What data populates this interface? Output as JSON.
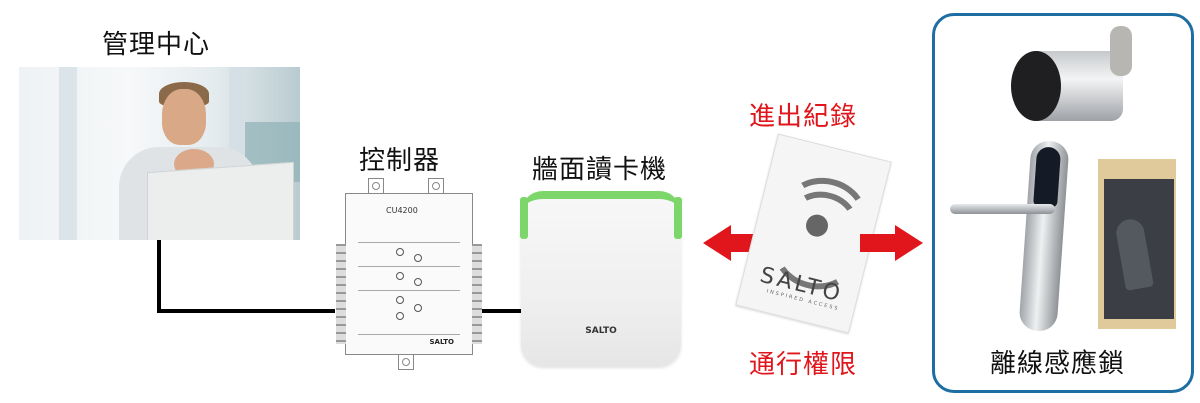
{
  "diagram": {
    "type": "access-control-system-topology",
    "nodes": {
      "management_center": {
        "label": "管理中心",
        "image": "person-at-laptop-photo"
      },
      "controller": {
        "label": "控制器",
        "model_text": "CU4200",
        "brand": "SALTO",
        "image": "controller-board"
      },
      "wall_reader": {
        "label": "牆面讀卡機",
        "brand": "SALTO",
        "accent_color": "#7cd66a",
        "image": "wall-card-reader"
      },
      "card": {
        "brand": "SALTO",
        "tagline": "INSPIRED ACCESS",
        "image": "rfid-card"
      },
      "offline_locks": {
        "label": "離線感應鎖",
        "border_color": "#1e6ea3",
        "images": [
          "cabinet-cylinder-lock",
          "lever-handle-lock",
          "deadbolt-lock"
        ]
      }
    },
    "flows": {
      "to_reader": {
        "label": "進出紀錄",
        "direction": "left",
        "color": "#e0161c"
      },
      "to_locks": {
        "label": "通行權限",
        "direction": "right",
        "color": "#e0161c"
      }
    },
    "connections": [
      {
        "from": "management_center",
        "to": "controller",
        "style": "wired"
      },
      {
        "from": "controller",
        "to": "wall_reader",
        "style": "wired"
      }
    ]
  }
}
